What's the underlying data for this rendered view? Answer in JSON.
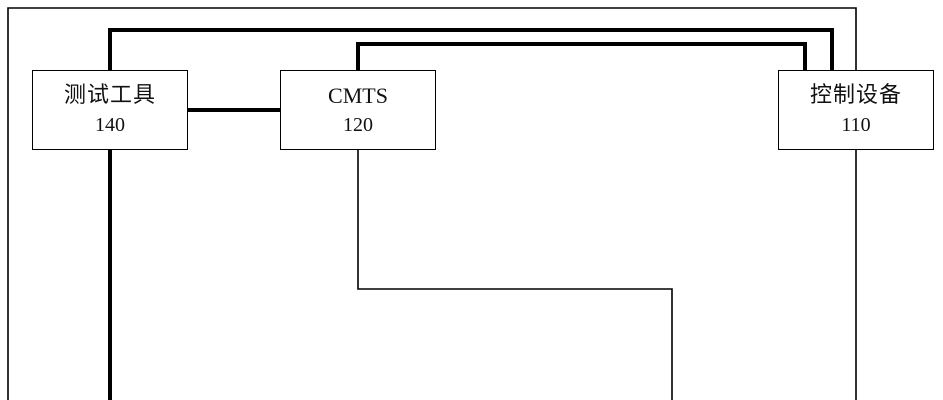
{
  "nodes": {
    "test_tool": {
      "label": "测试工具",
      "id": "140"
    },
    "cmts": {
      "label": "CMTS",
      "id": "120"
    },
    "control_device": {
      "label": "控制设备",
      "id": "110"
    }
  }
}
